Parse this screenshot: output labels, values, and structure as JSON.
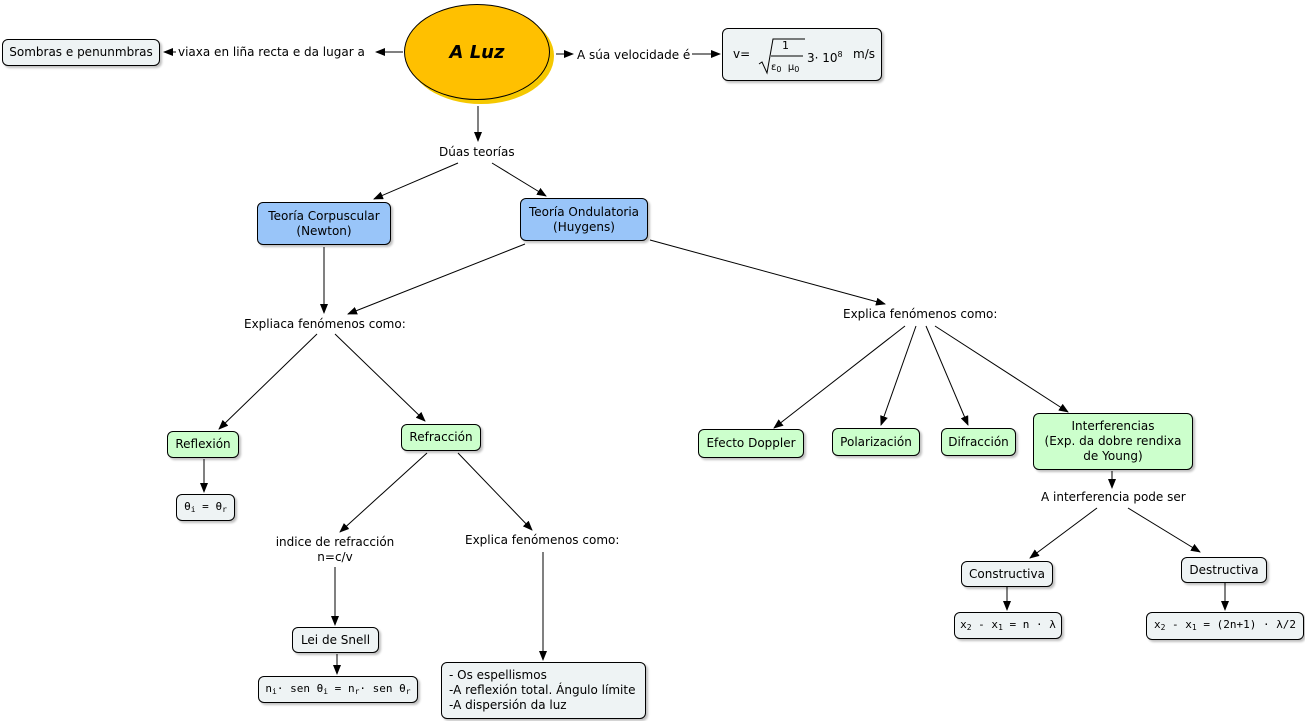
{
  "root": "A Luz",
  "left_link": "viaxa en liña recta e da lugar a",
  "shadows_node": "Sombras e penunmbras",
  "right_link": "A súa velocidade é",
  "velocity": {
    "lhs": "v=",
    "num": "1",
    "den_eps": "ε",
    "den_eps_sub": "0",
    "den_mu": "μ",
    "den_mu_sub": "0",
    "mult": "3· 10",
    "exp": "8",
    "unit": "m/s"
  },
  "two_theories": "Dúas teorías",
  "corpuscular": {
    "line1": "Teoría Corpuscular",
    "line2": "(Newton)"
  },
  "ondulatoria": {
    "line1": "Teoría Ondulatoria",
    "line2": "(Huygens)"
  },
  "explains_left": "Expliaca fenómenos como:",
  "explains_right": "Explica fenómenos como:",
  "reflexion": "Reflexión",
  "reflexion_eq": {
    "a": "θ",
    "a_sub": "i",
    "eq": " = ",
    "b": "θ",
    "b_sub": "r"
  },
  "refraccion": "Refracción",
  "index_label": {
    "line1": "indice de refracción",
    "line2": "n=c/v"
  },
  "explains_refr": "Explica fenómenos como:",
  "snell": "Lei de Snell",
  "snell_eq": {
    "n1": "n",
    "n1_sub": "i",
    "p1": "· sen ",
    "t1": "θ",
    "t1_sub": "i",
    "eq": " = ",
    "n2": "n",
    "n2_sub": "r",
    "p2": "· sen ",
    "t2": "θ",
    "t2_sub": "r"
  },
  "phenomena_list": [
    "- Os espellismos",
    "-A reflexión total. Ángulo límite",
    "-A dispersión da luz"
  ],
  "doppler": "Efecto Doppler",
  "polarizacion": "Polarización",
  "difraccion": "Difracción",
  "interferencias": {
    "line1": "Interferencias",
    "line2": "(Exp. da dobre rendixa",
    "line3": "de Young)"
  },
  "interf_link": "A interferencia pode ser",
  "constructiva": "Constructiva",
  "destructiva": "Destructiva",
  "constr_eq": {
    "x2": "x",
    "x2_sub": "2",
    "mid": " - x",
    "x1_sub": "1",
    "rest": " = n · λ"
  },
  "destr_eq": {
    "x2": "x",
    "x2_sub": "2",
    "mid": " - x",
    "x1_sub": "1",
    "rest": " = (2n+1) · λ/2"
  }
}
